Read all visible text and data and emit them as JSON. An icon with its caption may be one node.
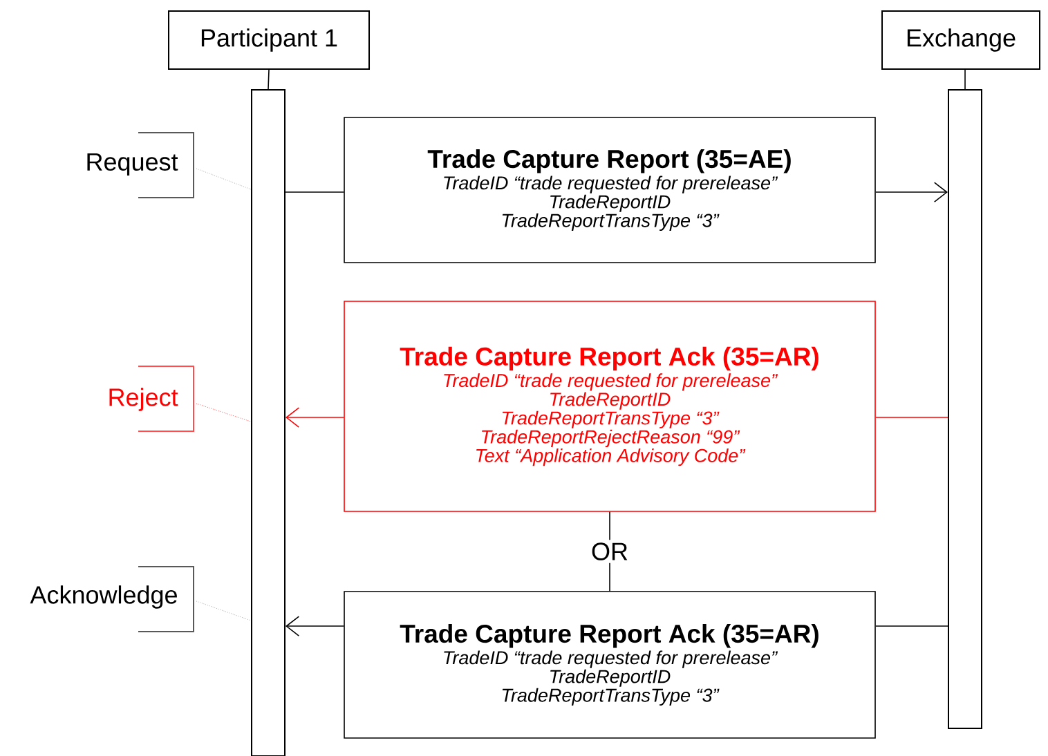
{
  "diagram": {
    "nodes": [
      {
        "text": [
          "Participant 1"
        ]
      },
      {
        "text": [
          "Exchange"
        ]
      },
      {
        "text": [],
        "shape": "bar"
      },
      {
        "text": [],
        "shape": "bar"
      },
      {
        "text": [
          "Trade Capture Report (35=AE)",
          "TradeID “trade requested for prerelease”",
          "TradeReportID",
          "TradeReportTransType “3”"
        ]
      },
      {
        "text": [
          "Trade Capture Report Ack (35=AR)",
          "TradeID “trade requested for prerelease”",
          "TradeReportID",
          "TradeReportTransType “3”",
          "TradeReportRejectReason “99”",
          "Text “Application Advisory Code”"
        ]
      },
      {
        "text": [
          "Trade Capture Report Ack (35=AR)",
          "TradeID “trade requested for prerelease”",
          "TradeReportID",
          "TradeReportTransType “3”"
        ]
      },
      {
        "text": [
          "Request"
        ]
      },
      {
        "text": [
          "Reject"
        ]
      },
      {
        "text": [
          "Acknowledge"
        ]
      }
    ],
    "edges": [
      {
        "from": 0,
        "to": 2,
        "arrow": "none"
      },
      {
        "from": 1,
        "to": 3,
        "arrow": "none"
      },
      {
        "from": 2,
        "to": 4,
        "arrow": "none"
      },
      {
        "from": 4,
        "to": 3,
        "arrow": "to"
      },
      {
        "from": 3,
        "to": 5,
        "arrow": "none",
        "color": "#ff0000"
      },
      {
        "from": 5,
        "to": 2,
        "arrow": "to",
        "color": "#ff0000"
      },
      {
        "from": 3,
        "to": 6,
        "arrow": "none"
      },
      {
        "from": 6,
        "to": 2,
        "arrow": "to"
      },
      {
        "from": 5,
        "to": 6,
        "arrow": "none",
        "label": "OR"
      },
      {
        "from": 7,
        "to": 2,
        "arrow": "none",
        "style": "dashed",
        "color": "#808080"
      },
      {
        "from": 8,
        "to": 2,
        "arrow": "none",
        "style": "dashed",
        "color": "#ff0000"
      },
      {
        "from": 9,
        "to": 2,
        "arrow": "none",
        "style": "dashed",
        "color": "#808080"
      }
    ]
  }
}
